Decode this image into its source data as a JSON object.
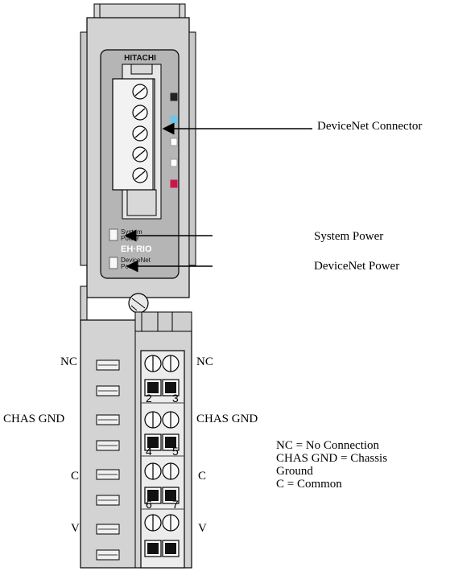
{
  "device": {
    "brand": "HITACHI",
    "series_logo": "EH·RIO",
    "led_system": "System Power",
    "led_devicenet": "DeviceNet Power",
    "wire_colors": [
      "#222222",
      "#6ec6e8",
      "#ffffff",
      "#ffffff",
      "#c8184a"
    ]
  },
  "callouts": {
    "connector": "DeviceNet Connector",
    "system_power": "System Power",
    "devicenet_power": "DeviceNet Power"
  },
  "terminals": {
    "left": [
      "NC",
      "CHAS GND",
      "C",
      "V"
    ],
    "right": [
      "NC",
      "CHAS GND",
      "C",
      "V"
    ],
    "pin_numbers": [
      "2",
      "3",
      "4",
      "5",
      "6",
      "7"
    ]
  },
  "legend": {
    "line1": "NC = No Connection",
    "line2": "CHAS GND = Chassis",
    "line3": "Ground",
    "line4": "C = Common"
  }
}
